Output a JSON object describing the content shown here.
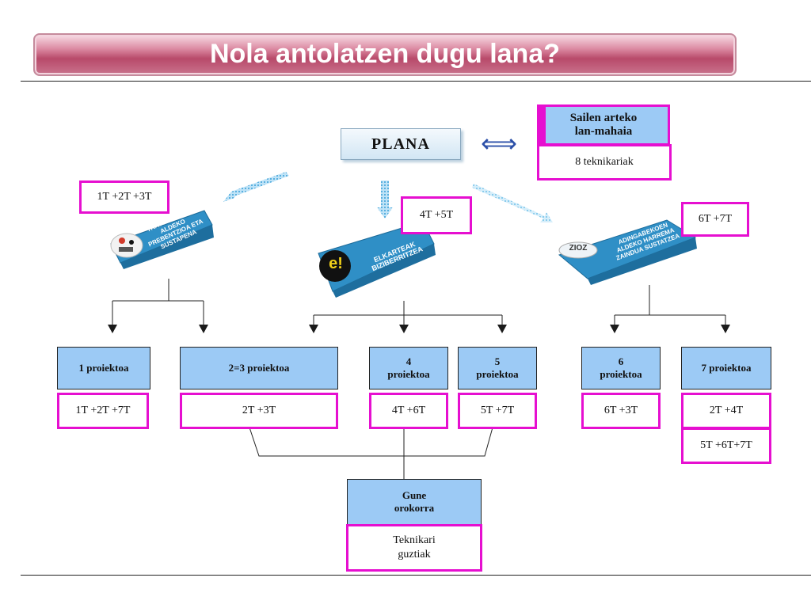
{
  "title": "Nola antolatzen dugu lana?",
  "plana": "PLANA",
  "sailen": {
    "title": "Sailen arteko\nlan-mahaia",
    "sub": "8 teknikariak"
  },
  "arrow_double": "⟺",
  "groups": [
    {
      "tag": "1T +2T +3T",
      "card": "TRATU ONAREN\nALDEKO\nPREBENTZIOA ETA\nSUSTAPENA"
    },
    {
      "tag": "4T +5T",
      "card": "ELKARTEAK\nBIZIBERRITZEA",
      "logo": "e!"
    },
    {
      "tag": "6T +7T",
      "card": "ADINGABEKOEN\nALDEKO HARREMA\nZAINDUA SUSTATZEA",
      "logo": "ZIOZ"
    }
  ],
  "projects": [
    {
      "title": "1 proiektoa",
      "sub": "1T +2T +7T"
    },
    {
      "title": "2=3 proiektoa",
      "sub": "2T +3T"
    },
    {
      "title": "4\nproiektoa",
      "sub": "4T +6T"
    },
    {
      "title": "5\nproiektoa",
      "sub": "5T +7T"
    },
    {
      "title": "6\nproiektoa",
      "sub": "6T +3T"
    },
    {
      "title": "7 proiektoa",
      "sub": "2T +4T",
      "sub2": "5T +6T+7T"
    }
  ],
  "gune": {
    "title": "Gune\norokorra",
    "sub": "Teknikari\nguztiak"
  },
  "colors": {
    "magenta": "#e60fd0",
    "blue_box": "#9ccaf5",
    "card": "#2f8fc6",
    "title_bar": "#b84a6a"
  }
}
